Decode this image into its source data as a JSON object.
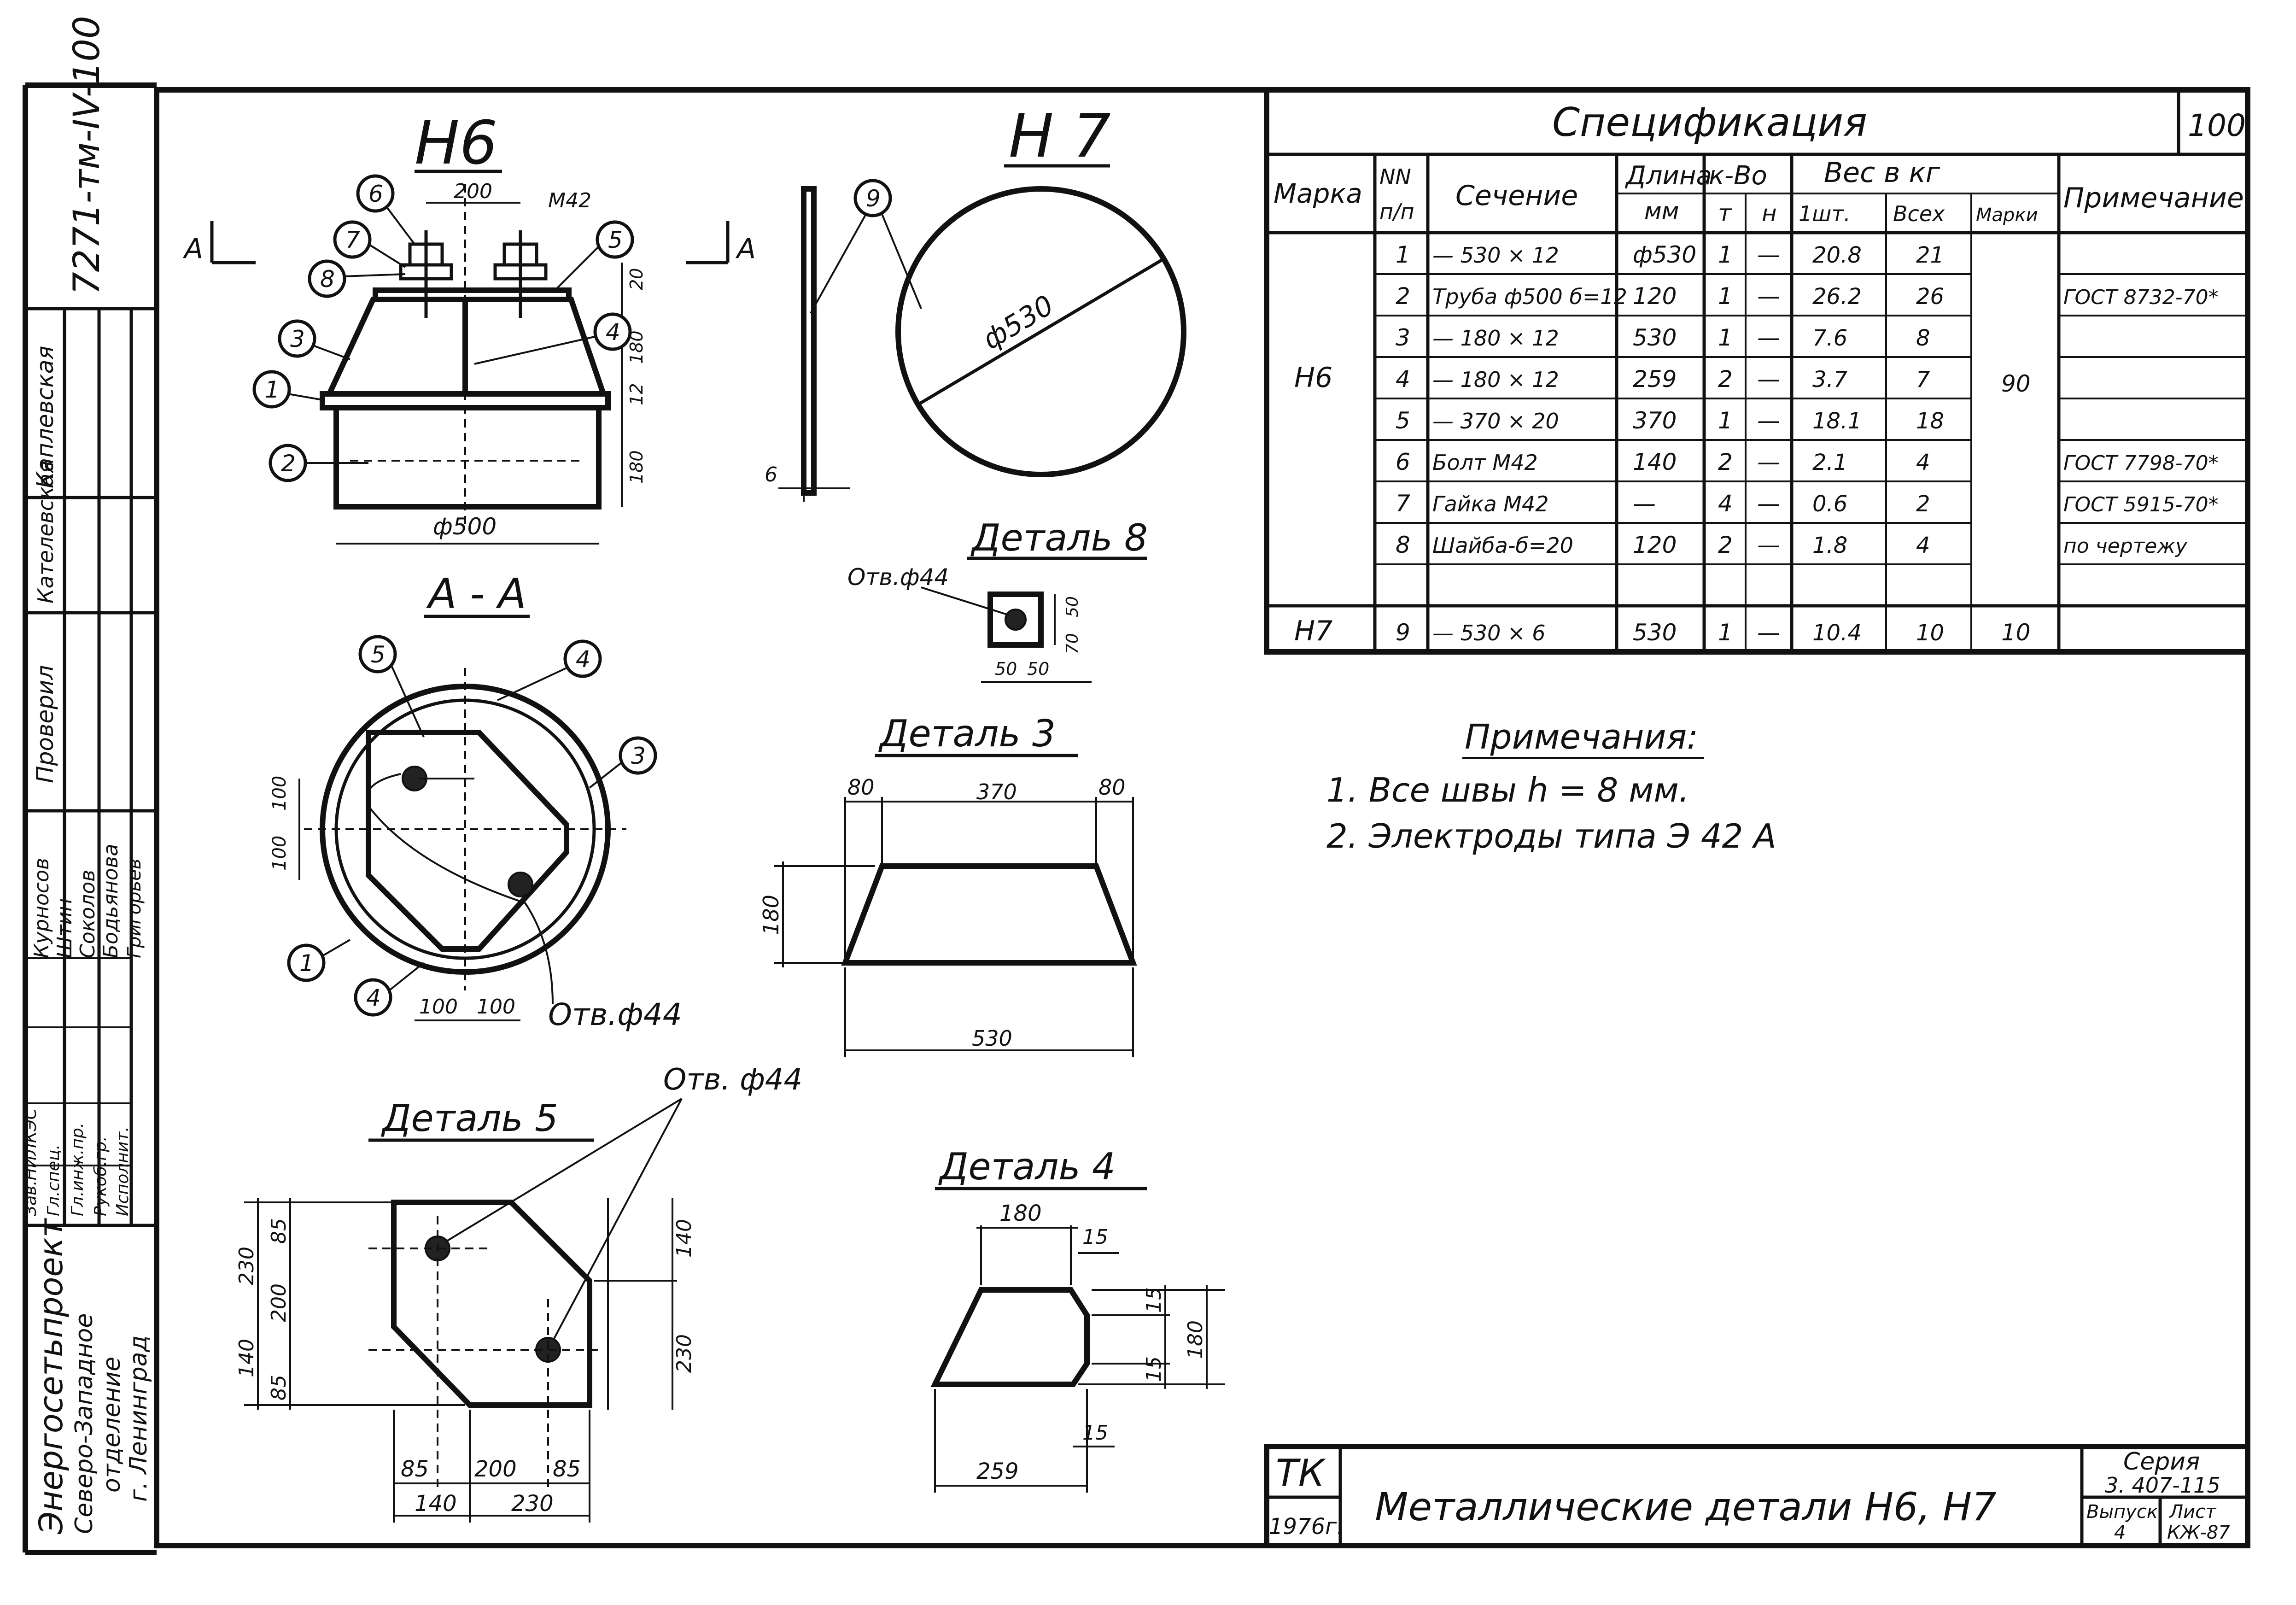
{
  "frame": {
    "doc_code": "7271-тм-IV-100",
    "designer": "Каплевская",
    "checker_label": "Проверил",
    "checker_name": "Кателевская",
    "staff": [
      {
        "role": "Зав.НИЛКЭС",
        "name": "Курносов"
      },
      {
        "role": "Гл.спец.",
        "name": "Штин"
      },
      {
        "role": "Гл.инж.пр.",
        "name": "Соколов"
      },
      {
        "role": "Рукоб.гр.",
        "name": "Бодьянова"
      },
      {
        "role": "Исполнит.",
        "name": "Григорьев"
      }
    ],
    "org_lines": [
      "Энергосетьпроект",
      "Северо-Западное",
      "отделение",
      "г. Ленинград"
    ]
  },
  "drawings": {
    "h6_title": "Н6",
    "h7_title": "Н 7",
    "section_title": "А - А",
    "section_mark": "А",
    "detail5_title": "Деталь 5",
    "detail8_title": "Деталь 8",
    "detail3_title": "Деталь 3",
    "detail4_title": "Деталь 4",
    "h6_dims": {
      "d200": "200",
      "m42": "М42",
      "d20": "20",
      "d180a": "180",
      "d12": "12",
      "d180b": "180",
      "d500": "ф500"
    },
    "h6_callouts": [
      "6",
      "7",
      "8",
      "5",
      "3",
      "4",
      "1",
      "2"
    ],
    "h7_dims": {
      "d530": "ф530",
      "t6": "6",
      "callout": "9"
    },
    "section_dims": {
      "d100a": "100",
      "d100b": "100",
      "d100c": "100",
      "d100d": "100",
      "hole": "Отв.ф44"
    },
    "section_callouts": [
      "5",
      "4",
      "3",
      "1",
      "4"
    ],
    "detail8_dims": {
      "hole": "Отв.ф44",
      "d50a": "50",
      "d70": "70",
      "d50b": "50",
      "d50c": "50"
    },
    "detail3_dims": {
      "d80a": "80",
      "d370": "370",
      "d80b": "80",
      "d180": "180",
      "d530": "530"
    },
    "detail5_dims": {
      "hole": "Отв. ф44",
      "d230a": "230",
      "d85a": "85",
      "d200a": "200",
      "d140a": "140",
      "d85b": "85",
      "d140b": "140",
      "d230b": "230",
      "d85c": "85",
      "d200b": "200",
      "d85d": "85",
      "d140c": "140",
      "d230c": "230"
    },
    "detail4_dims": {
      "d180a": "180",
      "d15a": "15",
      "d15b": "15",
      "d180b": "180",
      "d15c": "15",
      "d15d": "15",
      "d259": "259"
    }
  },
  "spec": {
    "title": "Спецификация",
    "sheet_no": "100",
    "headers": {
      "marka": "Марка",
      "nn": "NN",
      "pp": "п/п",
      "section": "Сечение",
      "length": "Длина",
      "mm": "мм",
      "qty": "к-Во",
      "t": "т",
      "n": "н",
      "weight": "Вес в кг",
      "one": "1шт.",
      "all": "Всех",
      "mark": "Марки",
      "note": "Примечание"
    },
    "group_h6": {
      "mark": "Н6",
      "mark_weight": "90"
    },
    "group_h7": {
      "mark": "Н7",
      "mark_weight": "10"
    },
    "rows": [
      {
        "n": "1",
        "section": "— 530 × 12",
        "length": "ф530",
        "t": "1",
        "h": "—",
        "w1": "20.8",
        "wall": "21",
        "note": ""
      },
      {
        "n": "2",
        "section": "Труба ф500 б=12",
        "length": "120",
        "t": "1",
        "h": "—",
        "w1": "26.2",
        "wall": "26",
        "note": "ГОСТ 8732-70*"
      },
      {
        "n": "3",
        "section": "— 180 × 12",
        "length": "530",
        "t": "1",
        "h": "—",
        "w1": "7.6",
        "wall": "8",
        "note": ""
      },
      {
        "n": "4",
        "section": "— 180 × 12",
        "length": "259",
        "t": "2",
        "h": "—",
        "w1": "3.7",
        "wall": "7",
        "note": ""
      },
      {
        "n": "5",
        "section": "— 370 × 20",
        "length": "370",
        "t": "1",
        "h": "—",
        "w1": "18.1",
        "wall": "18",
        "note": ""
      },
      {
        "n": "6",
        "section": "Болт М42",
        "length": "140",
        "t": "2",
        "h": "—",
        "w1": "2.1",
        "wall": "4",
        "note": "ГОСТ 7798-70*"
      },
      {
        "n": "7",
        "section": "Гайка М42",
        "length": "—",
        "t": "4",
        "h": "—",
        "w1": "0.6",
        "wall": "2",
        "note": "ГОСТ 5915-70*"
      },
      {
        "n": "8",
        "section": "Шайба-б=20",
        "length": "120",
        "t": "2",
        "h": "—",
        "w1": "1.8",
        "wall": "4",
        "note": "по чертежу"
      },
      {
        "n": "9",
        "section": "— 530 × 6",
        "length": "530",
        "t": "1",
        "h": "—",
        "w1": "10.4",
        "wall": "10",
        "note": ""
      }
    ]
  },
  "notes": {
    "title": "Примечания:",
    "items": [
      "1.  Все  швы  h = 8 мм.",
      "2.  Электроды  типа  Э 42 А"
    ]
  },
  "title_block": {
    "tk": "ТК",
    "year": "1976г.",
    "title": "Металлические  детали  Н6,  Н7",
    "series_label": "Серия",
    "series": "3. 407-115",
    "issue_label": "Выпуск",
    "issue": "4",
    "sheet_label": "Лист",
    "sheet": "КЖ-87"
  }
}
